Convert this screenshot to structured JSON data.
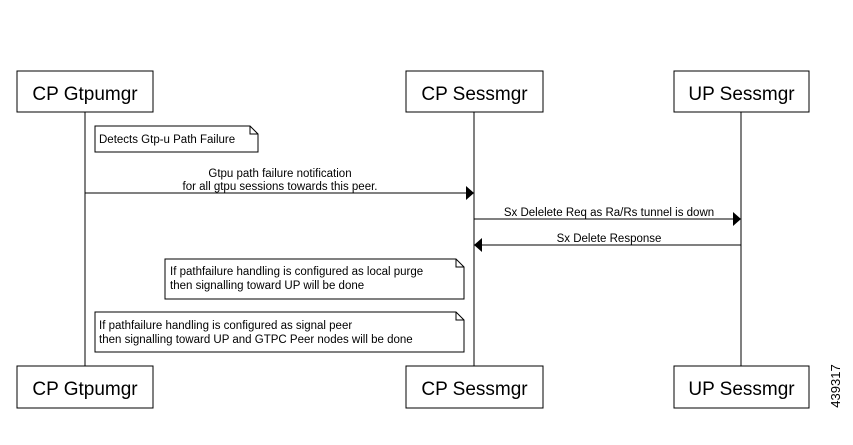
{
  "participants": [
    {
      "id": "cp-gtpumgr",
      "label": "CP Gtpumgr"
    },
    {
      "id": "cp-sessmgr",
      "label": "CP Sessmgr"
    },
    {
      "id": "up-sessmgr",
      "label": "UP Sessmgr"
    }
  ],
  "notes": [
    {
      "lines": [
        "Detects Gtp-u Path Failure"
      ]
    },
    {
      "lines": [
        "If pathfailure handling is configured as local purge",
        "then signalling toward UP will be done"
      ]
    },
    {
      "lines": [
        "If pathfailure handling is configured as signal peer",
        "then signalling toward UP and GTPC Peer nodes will be done"
      ]
    }
  ],
  "messages": [
    {
      "from": "CP Gtpumgr",
      "to": "CP Sessmgr",
      "lines": [
        "Gtpu path failure notification",
        "for all gtpu sessions towards this peer."
      ]
    },
    {
      "from": "CP Sessmgr",
      "to": "UP Sessmgr",
      "lines": [
        "Sx Delelete Req as Ra/Rs tunnel is down"
      ]
    },
    {
      "from": "UP Sessmgr",
      "to": "CP Sessmgr",
      "lines": [
        "Sx Delete Response"
      ]
    }
  ],
  "figure_id": "439317"
}
